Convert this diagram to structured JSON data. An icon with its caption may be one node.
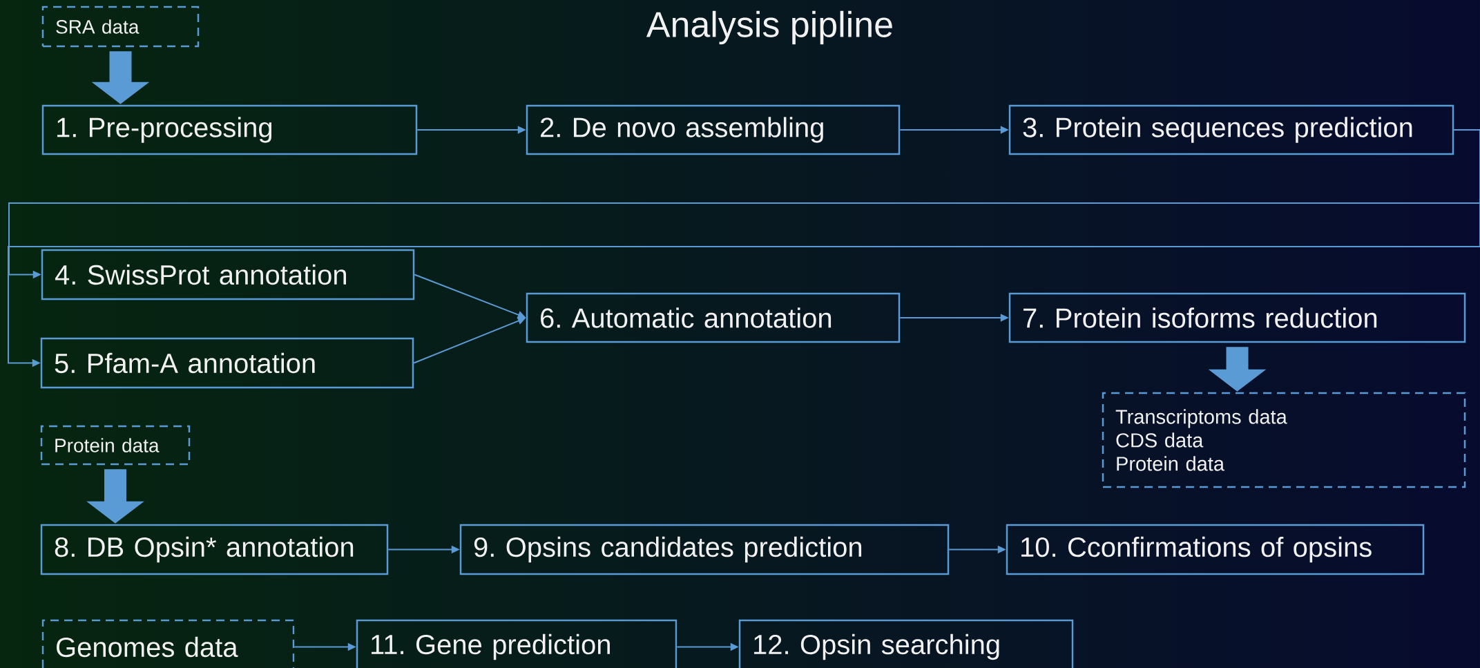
{
  "diagram": {
    "title": "Analysis pipline",
    "nodes": [
      {
        "text": [
          "SRA data"
        ]
      },
      {
        "text": [
          "1. Pre-processing"
        ]
      },
      {
        "text": [
          "2. De novo assembling"
        ]
      },
      {
        "text": [
          "3. Protein sequences prediction"
        ]
      },
      {
        "text": [
          "4. SwissProt annotation"
        ]
      },
      {
        "text": [
          "5. Pfam-A annotation"
        ]
      },
      {
        "text": [
          "6. Automatic annotation"
        ]
      },
      {
        "text": [
          "7. Protein isoforms reduction"
        ]
      },
      {
        "text": [
          "Transcriptoms data",
          "CDS data",
          "Protein data"
        ]
      },
      {
        "text": [
          "Protein data"
        ]
      },
      {
        "text": [
          "8. DB Opsin* annotation"
        ]
      },
      {
        "text": [
          "9. Opsins candidates prediction"
        ]
      },
      {
        "text": [
          "10. Cconfirmations of opsins"
        ]
      },
      {
        "text": [
          "Genomes data"
        ]
      },
      {
        "text": [
          "11. Gene prediction"
        ]
      },
      {
        "text": [
          "12. Opsin searching"
        ]
      }
    ],
    "edges": [
      {
        "from": 0,
        "to": 1,
        "arrow": "to",
        "style": "thick"
      },
      {
        "from": 1,
        "to": 2,
        "arrow": "to"
      },
      {
        "from": 2,
        "to": 3,
        "arrow": "to"
      },
      {
        "from": 3,
        "to": 4,
        "arrow": "to"
      },
      {
        "from": 3,
        "to": 5,
        "arrow": "to"
      },
      {
        "from": 4,
        "to": 6,
        "arrow": "to"
      },
      {
        "from": 5,
        "to": 6,
        "arrow": "to"
      },
      {
        "from": 6,
        "to": 7,
        "arrow": "to"
      },
      {
        "from": 7,
        "to": 8,
        "arrow": "to",
        "style": "thick"
      },
      {
        "from": 9,
        "to": 10,
        "arrow": "to",
        "style": "thick"
      },
      {
        "from": 10,
        "to": 11,
        "arrow": "to"
      },
      {
        "from": 11,
        "to": 12,
        "arrow": "to"
      },
      {
        "from": 13,
        "to": 14,
        "arrow": "to"
      },
      {
        "from": 14,
        "to": 15,
        "arrow": "to"
      }
    ]
  }
}
